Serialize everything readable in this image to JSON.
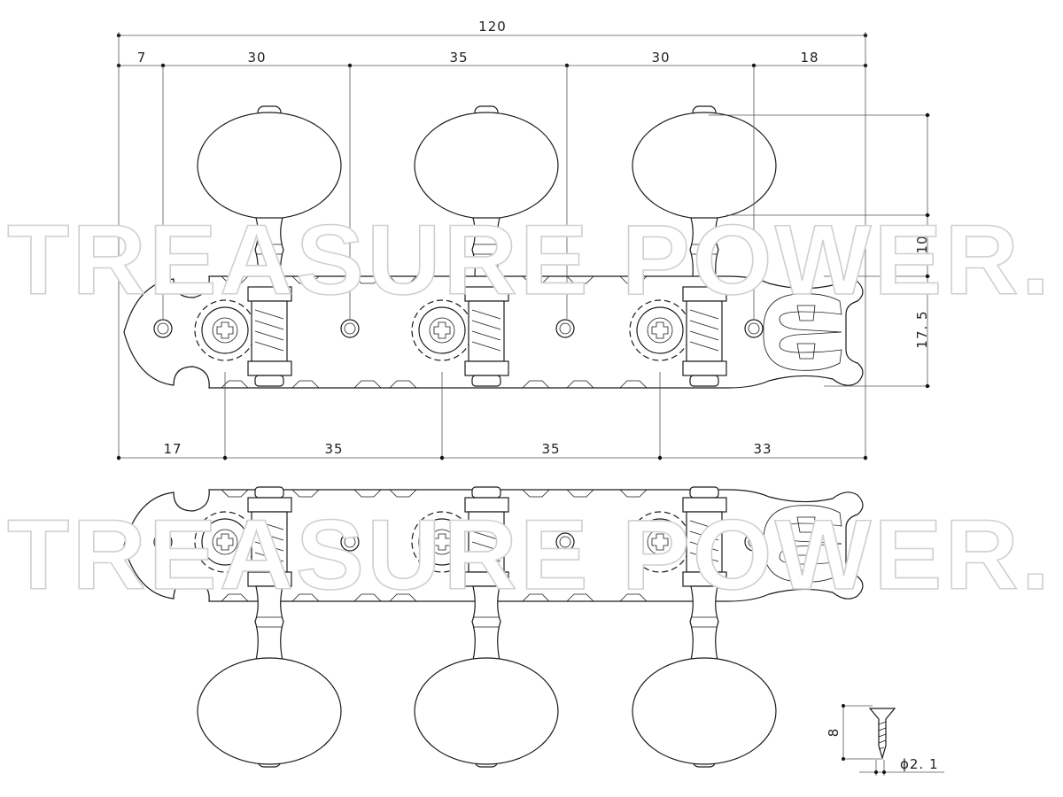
{
  "watermark": "TREASURE POWER.",
  "dimensions": {
    "overall_length": "120",
    "top_spacing": [
      "7",
      "30",
      "35",
      "30",
      "18"
    ],
    "bottom_spacing": [
      "17",
      "35",
      "35",
      "33"
    ],
    "knob_height": "10",
    "plate_height": "17. 5",
    "screw_length": "8",
    "screw_diameter": "ϕ2. 1"
  },
  "colors": {
    "line": "#1a1a1a",
    "dimension": "#555555",
    "watermark_outline": "#d0d0d0"
  }
}
